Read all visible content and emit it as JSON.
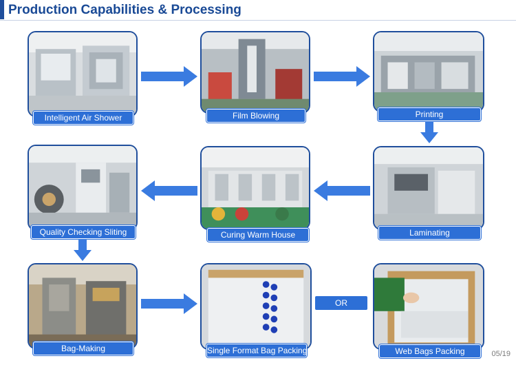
{
  "page": {
    "title": "Production Capabilities & Processing",
    "page_number": "05/19",
    "accent_color": "#1f4e9c",
    "label_color": "#2d6fd6",
    "arrow_color": "#3a7be0"
  },
  "steps": [
    {
      "label": "Intelligent Air Shower",
      "image": "clean-room-photo"
    },
    {
      "label": "Film Blowing",
      "image": "film-blowing-machine-photo"
    },
    {
      "label": "Printing",
      "image": "printing-press-photo"
    },
    {
      "label": "Laminating",
      "image": "laminating-machine-photo"
    },
    {
      "label": "Curing Warm House",
      "image": "curing-room-photo"
    },
    {
      "label": "Quality Checking Sliting",
      "image": "slitting-machine-photo"
    },
    {
      "label": "Bag-Making",
      "image": "bag-making-machine-photo"
    },
    {
      "label": "Single Format Bag Packing",
      "image": "bag-box-photo"
    },
    {
      "label": "Web Bags Packing",
      "image": "packing-hands-photo"
    }
  ],
  "or_label": "OR"
}
